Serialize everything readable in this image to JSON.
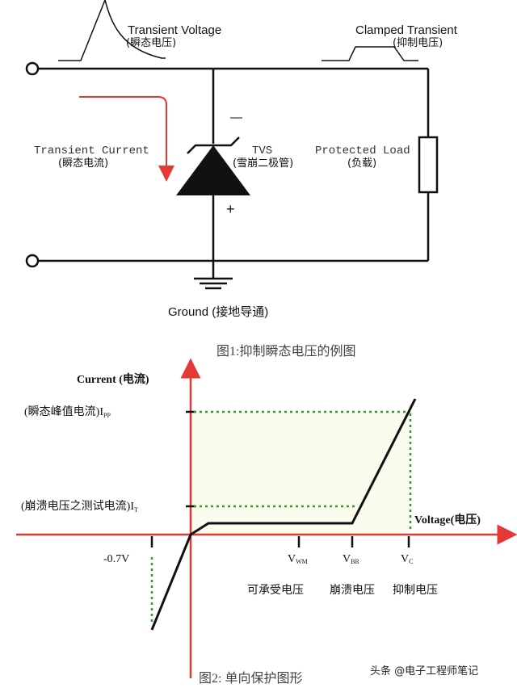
{
  "figure1": {
    "transient_voltage": "Transient Voltage",
    "transient_voltage_cn": "(瞬态电压)",
    "clamped_transient": "Clamped Transient",
    "clamped_transient_cn": "(抑制电压)",
    "transient_current": "Transient Current",
    "transient_current_cn": "(瞬态电流)",
    "tvs": "TVS",
    "tvs_cn": "(雪崩二极管)",
    "protected_load": "Protected Load",
    "protected_load_cn": "(负载)",
    "minus": "—",
    "plus": "+",
    "ground": "Ground (接地导通)",
    "caption": "图1:抑制瞬态电压的例图"
  },
  "figure2": {
    "y_axis_label": "Current (电流)",
    "ipp_label": "(瞬态峰值电流)I",
    "ipp_sub": "PP",
    "it_label": "(崩溃电压之测试电流)I",
    "it_sub": "T",
    "x_axis_label": "Voltage(电压)",
    "neg_label": "-0.7V",
    "vwm": "V",
    "vwm_sub": "WM",
    "vbr": "V",
    "vbr_sub": "BR",
    "vc": "V",
    "vc_sub": "C",
    "vwm_cn": "可承受电压",
    "vbr_cn": "崩溃电压",
    "vc_cn": "抑制电压",
    "caption": "图2: 单向保护图形"
  },
  "watermark": "头条 @电子工程师笔记",
  "colors": {
    "axis": "#e53935",
    "dotted": "#2e9e2e",
    "arrow": "#d32f2f",
    "line": "#111111"
  }
}
